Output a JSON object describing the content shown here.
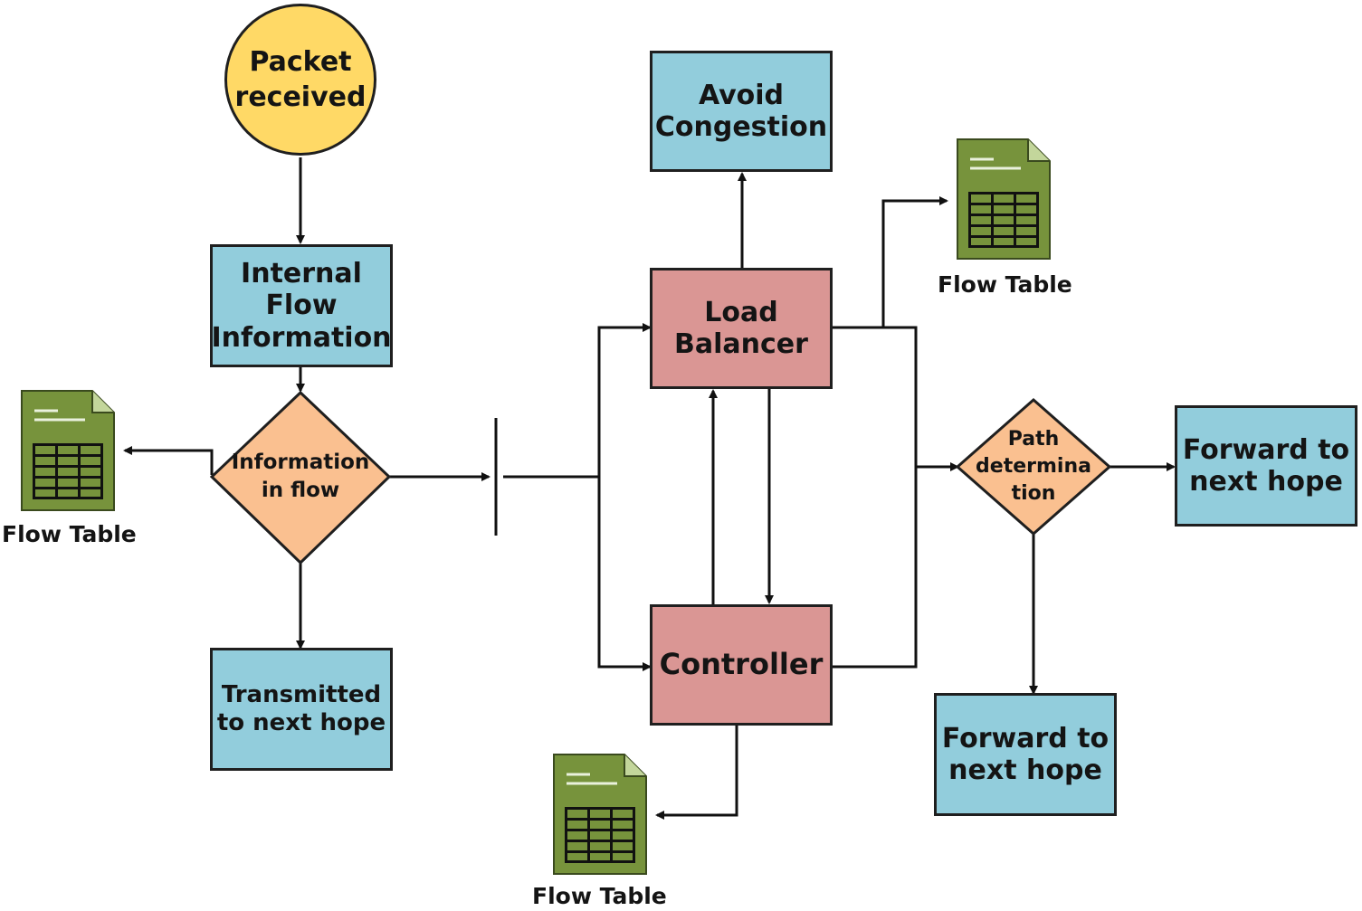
{
  "nodes": {
    "packet_received": [
      "Packet",
      "received"
    ],
    "internal_flow": [
      "Internal",
      "Flow",
      "Information"
    ],
    "information_in_flow": [
      "Information",
      "in flow"
    ],
    "transmitted": [
      "Transmitted",
      "to next hope"
    ],
    "avoid_congestion": [
      "Avoid",
      "Congestion"
    ],
    "load_balancer": [
      "Load",
      "Balancer"
    ],
    "controller": [
      "Controller"
    ],
    "path_determination": [
      "Path",
      "determina",
      "tion"
    ],
    "forward_right": [
      "Forward to",
      "next hope"
    ],
    "forward_bottom": [
      "Forward to",
      "next hope"
    ]
  },
  "flow_tables": {
    "left": "Flow Table",
    "top_right": "Flow Table",
    "bottom": "Flow Table"
  },
  "colors": {
    "process_box": "#92cddc",
    "balancer_box": "#da9694",
    "start_circle": "#ffd966",
    "decision_diamond": "#fac090",
    "flow_table_icon": "#77933c"
  },
  "icons": [
    "flow-table-icon",
    "flow-table-icon",
    "flow-table-icon"
  ]
}
